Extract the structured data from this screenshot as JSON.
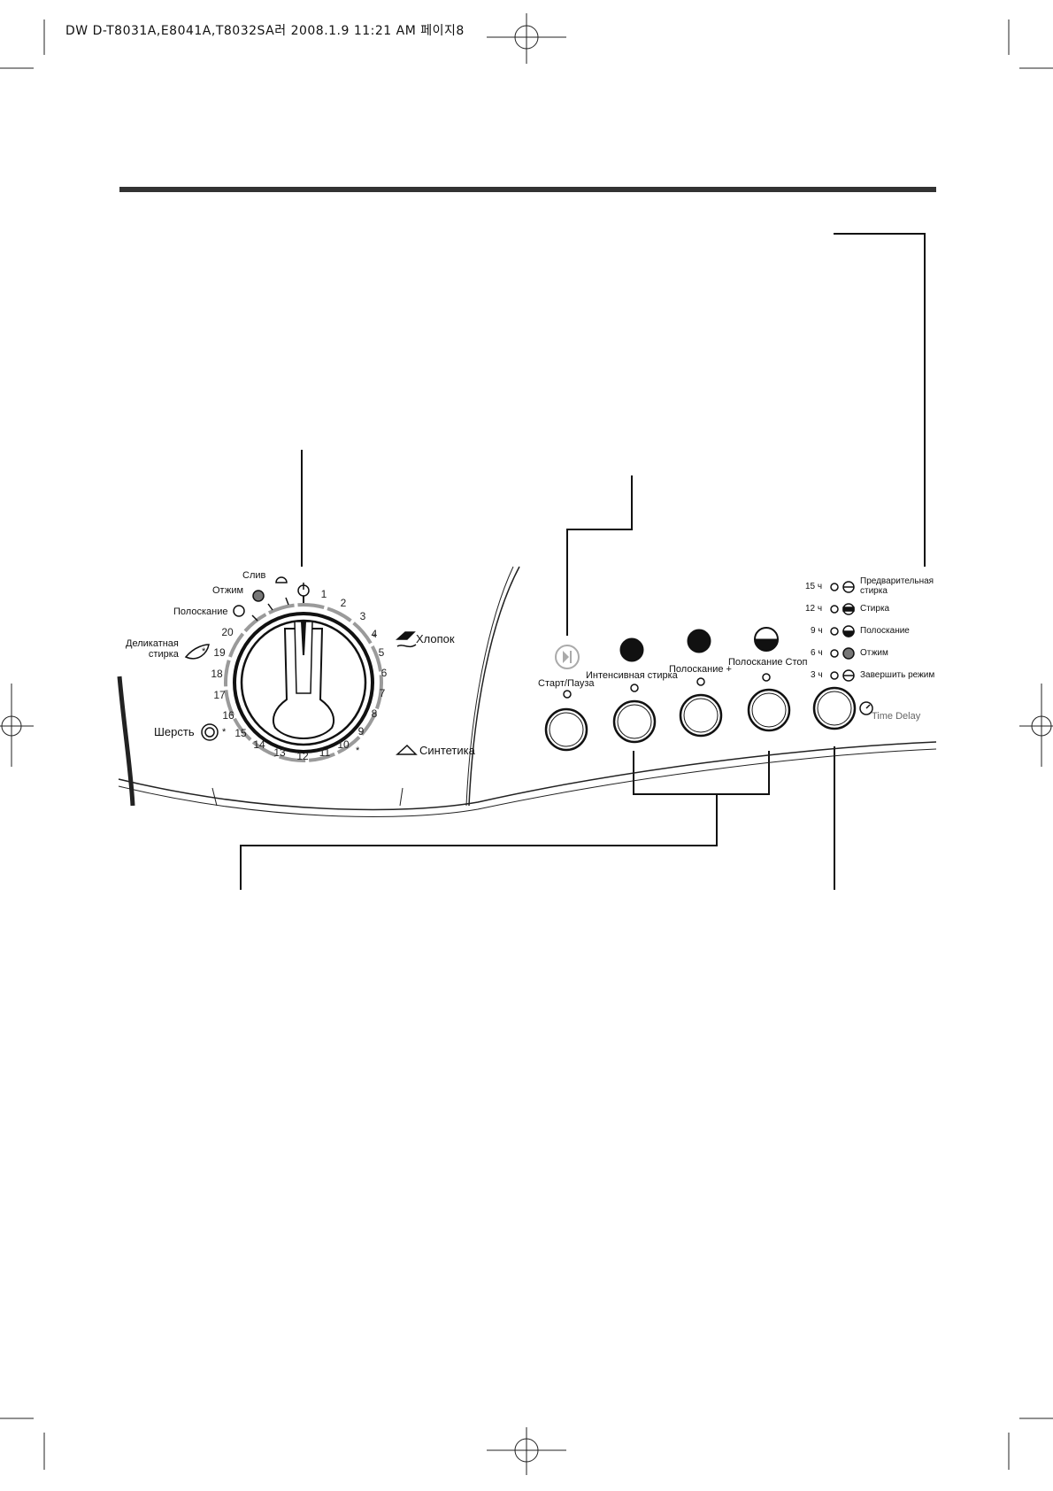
{
  "header": {
    "text": "DW D-T8031A,E8041A,T8032SA러  2008.1.9 11:21 AM 페이지8"
  },
  "dial": {
    "top_labels": {
      "drain": "Слив",
      "spin": "Отжим",
      "rinse": "Полоскание",
      "delicate": "Деликатная\nстирка",
      "wool": "Шерсть",
      "cotton": "Хлопок",
      "synthetic": "Синтетика",
      "star": "*"
    },
    "numbers": [
      "1",
      "2",
      "3",
      "4",
      "5",
      "6",
      "7",
      "8",
      "9",
      "10",
      "11",
      "12",
      "13",
      "14",
      "15",
      "16",
      "17",
      "18",
      "19",
      "20"
    ]
  },
  "buttons": {
    "start_pause": "Старт/Пауза",
    "intensive": "Интенсивная стирка",
    "rinse_plus": "Полоскание +",
    "rinse_stop": "Полоскание Стоп"
  },
  "time_delay": {
    "label": "Time Delay",
    "rows": [
      {
        "hours": "15 ч",
        "text": "Предварительная\nстирка"
      },
      {
        "hours": "12 ч",
        "text": "Стирка"
      },
      {
        "hours": "9 ч",
        "text": "Полоскание"
      },
      {
        "hours": "6 ч",
        "text": "Отжим"
      },
      {
        "hours": "3 ч",
        "text": "Завершить режим"
      }
    ]
  },
  "colors": {
    "rule": "#333333",
    "arc_gray": "#9a9a9a",
    "ink": "#111111"
  }
}
